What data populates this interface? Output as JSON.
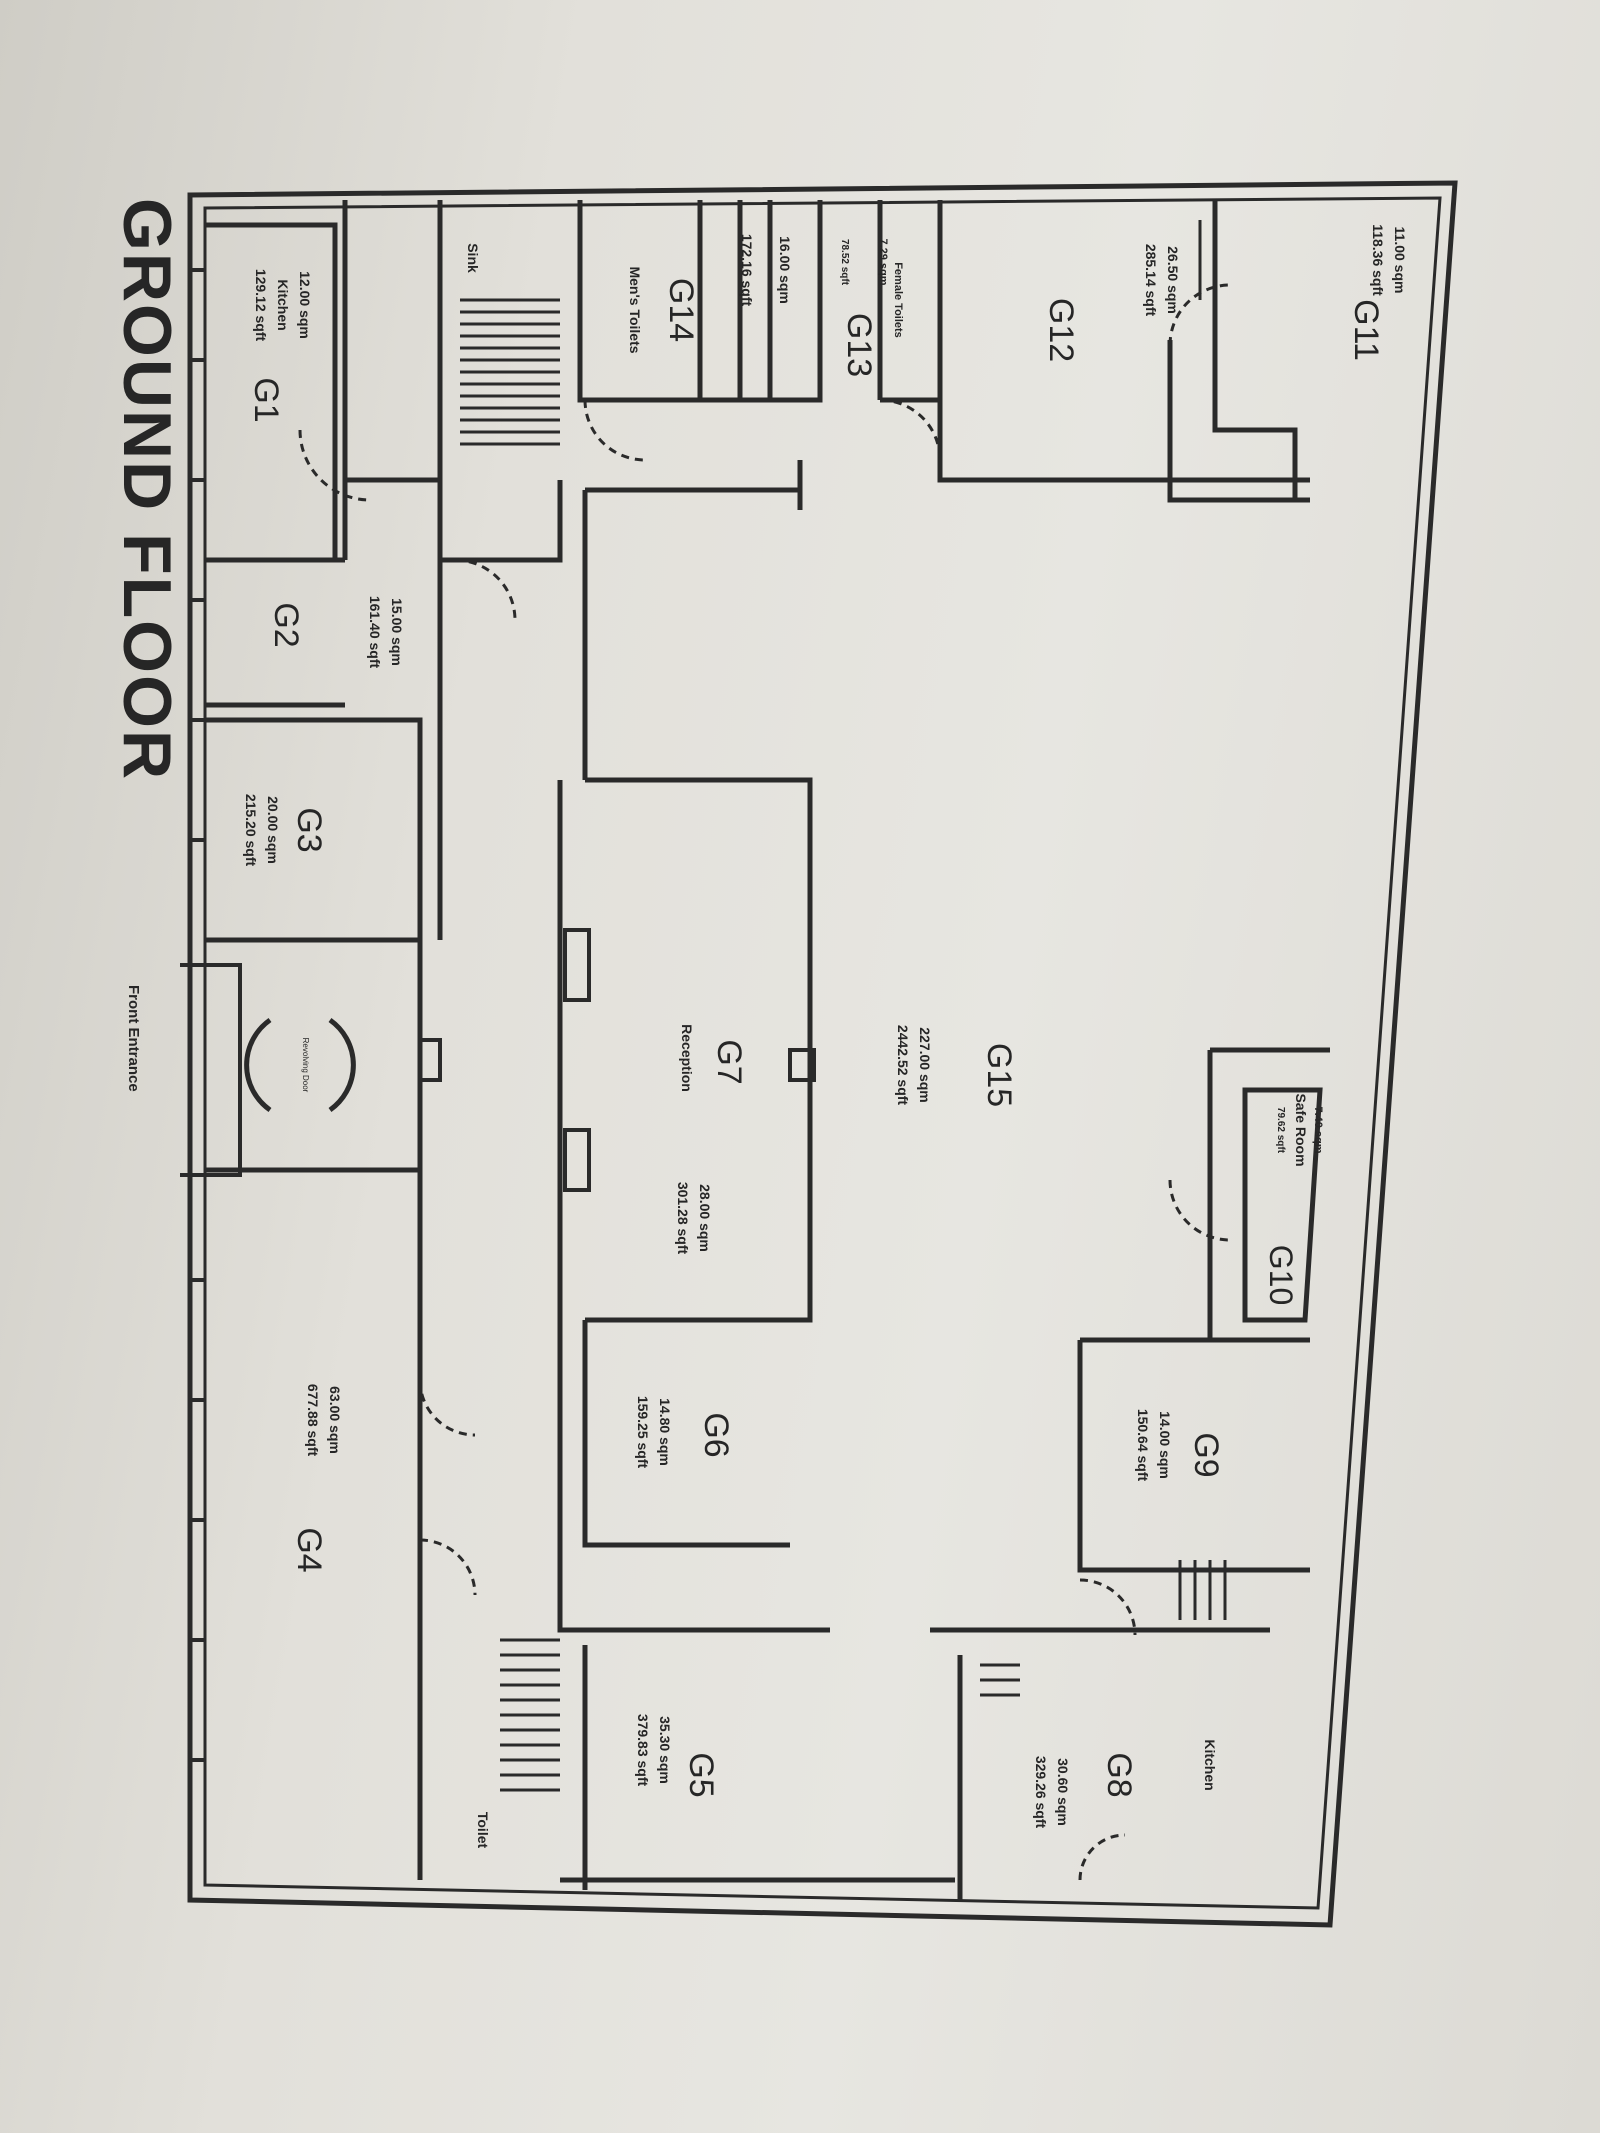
{
  "title": "GROUND FLOOR",
  "front_entrance": "Front Entrance",
  "revolving_door": "Revolving Door",
  "rooms": {
    "G1": {
      "id": "G1",
      "name": "Kitchen",
      "sqm": "12.00 sqm",
      "sqft": "129.12 sqft"
    },
    "G2": {
      "id": "G2",
      "sqm": "15.00 sqm",
      "sqft": "161.40 sqft"
    },
    "G3": {
      "id": "G3",
      "sqm": "20.00 sqm",
      "sqft": "215.20 sqft"
    },
    "G4": {
      "id": "G4",
      "sqm": "63.00 sqm",
      "sqft": "677.88 sqft"
    },
    "G5": {
      "id": "G5",
      "sqm": "35.30 sqm",
      "sqft": "379.83 sqft"
    },
    "G6": {
      "id": "G6",
      "sqm": "14.80 sqm",
      "sqft": "159.25 sqft"
    },
    "G7": {
      "id": "G7",
      "name": "Reception",
      "sqm": "28.00 sqm",
      "sqft": "301.28 sqft"
    },
    "G8": {
      "id": "G8",
      "name": "Kitchen",
      "sqm": "30.60 sqm",
      "sqft": "329.26 sqft"
    },
    "G9": {
      "id": "G9",
      "sqm": "14.00 sqm",
      "sqft": "150.64 sqft"
    },
    "G10": {
      "id": "G10",
      "name": "Safe Room",
      "sqm": "7.40 sqm",
      "sqft": "79.62 sqft"
    },
    "G11": {
      "id": "G11",
      "sqm": "11.00 sqm",
      "sqft": "118.36 sqft"
    },
    "G12": {
      "id": "G12",
      "sqm": "26.50 sqm",
      "sqft": "285.14 sqft"
    },
    "G13": {
      "id": "G13",
      "name": "Female Toilets",
      "sqm": "7.29 sqm",
      "sqft": "78.52 sqft"
    },
    "G14": {
      "id": "G14",
      "name": "Men's Toilets",
      "sqm": "16.00 sqm",
      "sqft": "172.16 sqft"
    },
    "G15": {
      "id": "G15",
      "sqm": "227.00 sqm",
      "sqft": "2442.52 sqft"
    }
  },
  "fixtures": {
    "sink": "Sink",
    "toilet": "Toilet"
  }
}
